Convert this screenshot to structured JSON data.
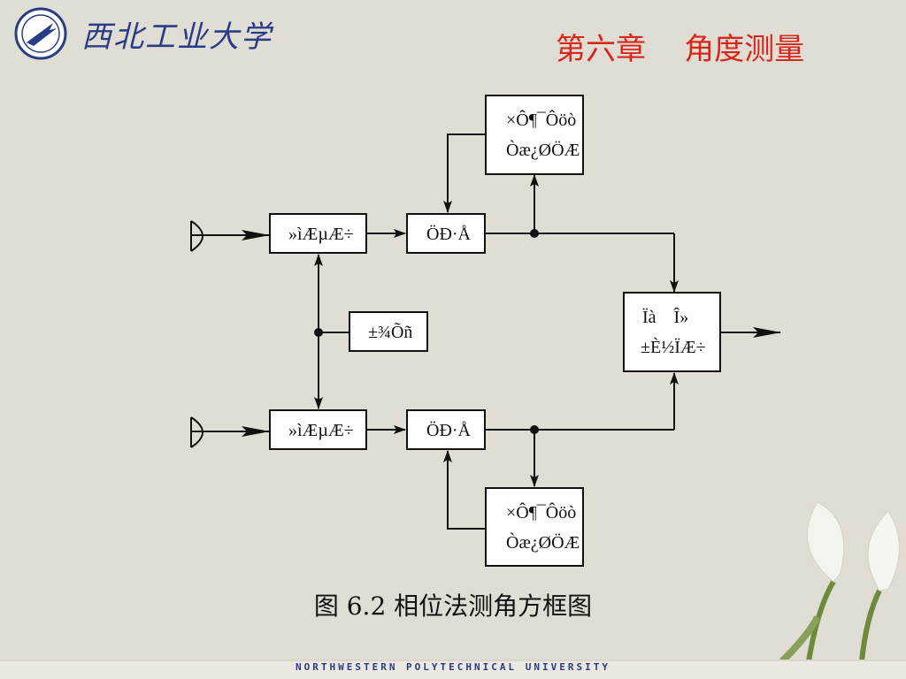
{
  "header": {
    "university_name": "西北工业大学",
    "chapter_title": "第六章    角度测量"
  },
  "diagram": {
    "blocks": {
      "mixer_top": "»ìÆµÆ÷",
      "mixer_bottom": "»ìÆµÆ÷",
      "amp_top": "ÖÐ·Å",
      "amp_bottom": "ÖÐ·Å",
      "local_osc": "±¾Õñ",
      "agc_top_line1": "×Ô¶¯Ôöò",
      "agc_top_line2": "Òæ¿ØÖÆ",
      "agc_bottom_line1": "×Ô¶¯Ôöò",
      "agc_bottom_line2": "Òæ¿ØÖÆ",
      "phase_det_line1": "Ïà    Î»",
      "phase_det_line2": "±È½ÏÆ÷"
    }
  },
  "caption": "图 6.2 相位法测角方框图",
  "footer": "NORTHWESTERN POLYTECHNICAL UNIVERSITY",
  "colors": {
    "title_red": "#d8261c",
    "brand_blue": "#2a3c86",
    "background": "#e0ddd4"
  }
}
